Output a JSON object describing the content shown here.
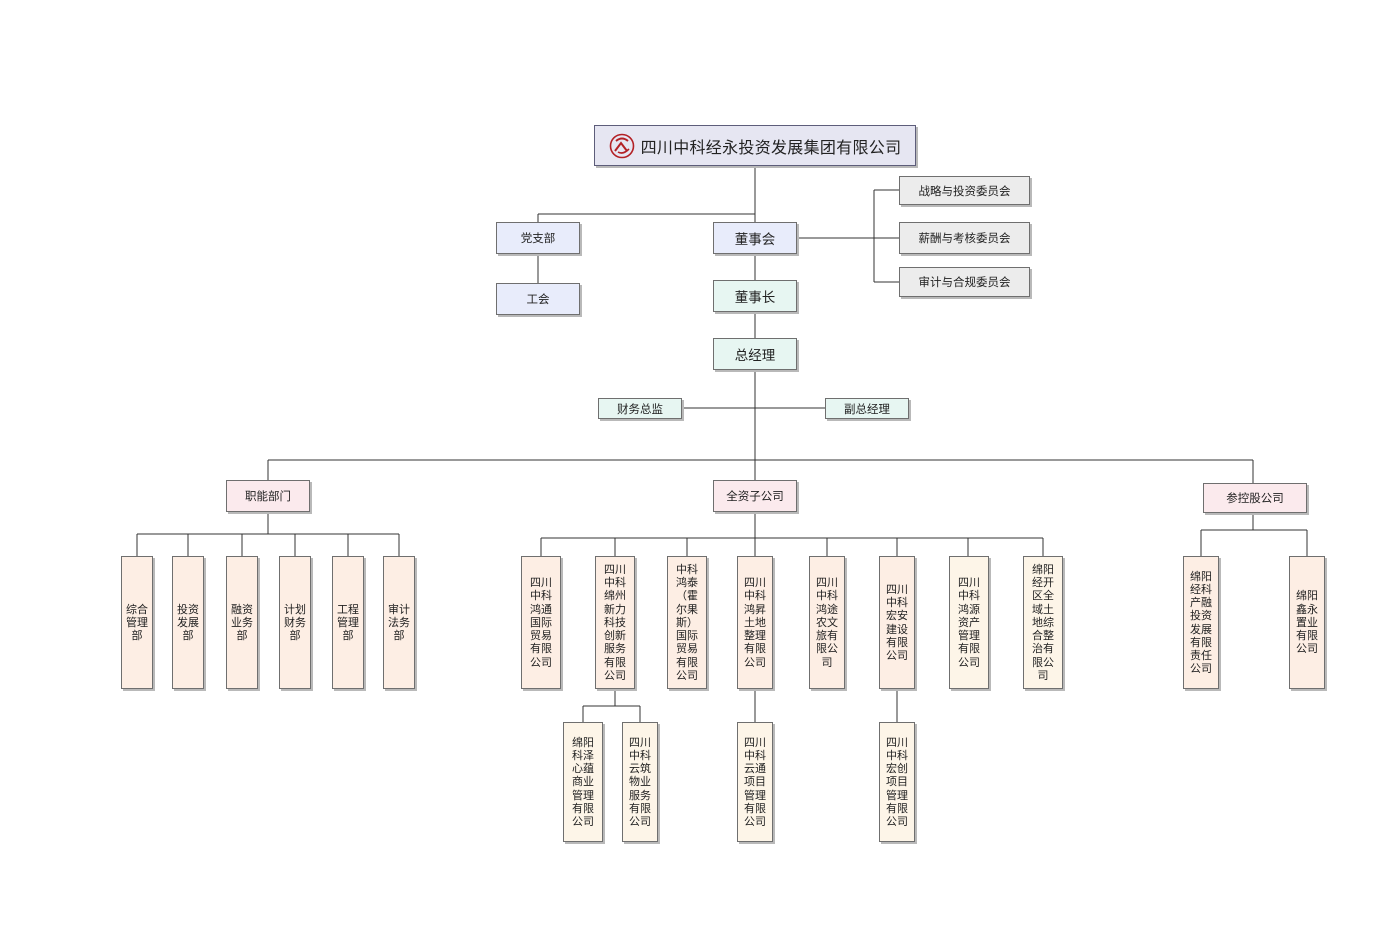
{
  "company": "四川中科经永投资发展集团有限公司",
  "party": {
    "branch": "党支部",
    "union": "工会"
  },
  "board": {
    "board": "董事会",
    "chairman": "董事长",
    "gm": "总经理"
  },
  "committees": [
    "战略与投资委员会",
    "薪酬与考核委员会",
    "审计与合规委员会"
  ],
  "officers": {
    "cfo": "财务总监",
    "vgm": "副总经理"
  },
  "categories": {
    "functional": "职能部门",
    "wholly": "全资子公司",
    "holding": "参控股公司"
  },
  "departments": [
    "综合管理部",
    "投资发展部",
    "融资业务部",
    "计划财务部",
    "工程管理部",
    "审计法务部"
  ],
  "subsidiaries": [
    "四川中科鸿通国际贸易有限公司",
    "四川中科绵州新力科技创新服务有限公司",
    "中科鸿泰（霍尔果斯）国际贸易有限公司",
    "四川中科鸿昇土地整理有限公司",
    "四川中科鸿途农文旅有限公司",
    "四川中科宏安建设有限公司",
    "四川中科鸿源资产管理有限公司",
    "绵阳经开区全域土地综合整治有限公司"
  ],
  "sub_children": [
    "绵阳科泽心蕴商业管理有限公司",
    "四川中科云筑物业服务有限公司",
    "四川中科云通项目管理有限公司",
    "四川中科宏创项目管理有限公司"
  ],
  "holdings": [
    "绵阳经科产融投资发展有限责任公司",
    "绵阳鑫永置业有限公司"
  ]
}
